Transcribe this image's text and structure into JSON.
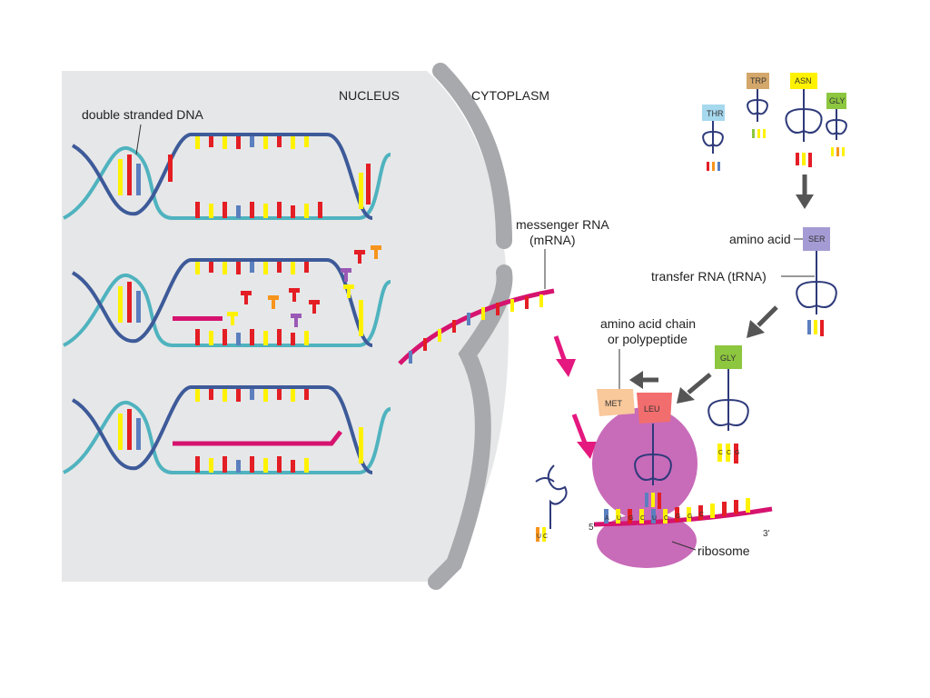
{
  "labels": {
    "nucleus": "NUCLEUS",
    "cytoplasm": "CYTOPLASM",
    "dna": "double stranded DNA",
    "mrna_line1": "messenger RNA",
    "mrna_line2": "(mRNA)",
    "amino_acid": "amino acid",
    "trna": "transfer RNA (tRNA)",
    "chain_line1": "amino acid chain",
    "chain_line2": "or polypeptide",
    "ribosome": "ribosome",
    "five_prime": "5'",
    "three_prime": "3'"
  },
  "amino_acids": {
    "thr": "THR",
    "trp": "TRP",
    "asn": "ASN",
    "gly_small": "GLY",
    "ser": "SER",
    "gly": "GLY",
    "met": "MET",
    "leu": "LEU"
  },
  "codon_bases": [
    "A",
    "U",
    "G",
    "C",
    "U",
    "C",
    "G",
    "G",
    "C"
  ],
  "anticodon_gly": [
    "C",
    "C",
    "G"
  ],
  "anticodon_free": [
    "U",
    "C"
  ],
  "colors": {
    "background": "#ffffff",
    "nucleus_fill": "#e6e7e8",
    "envelope": "#a7a9ac",
    "dna_strand_blue": "#3d5a99",
    "dna_strand_teal": "#4fb3bf",
    "mrna": "#d6136f",
    "arrow_pink": "#e4187e",
    "arrow_gray": "#555555",
    "ribosome": "#c86bb9",
    "base_red": "#e31e24",
    "base_yellow": "#fff200",
    "base_blue": "#5b7fbf",
    "base_orange": "#f7941d",
    "thr": "#a6d8ee",
    "trp": "#d4a76a",
    "asn": "#fff200",
    "gly": "#8dc63f",
    "ser": "#a59bd4",
    "met": "#f9c89b",
    "leu": "#f26d6d",
    "trna": "#2e3a7a"
  }
}
